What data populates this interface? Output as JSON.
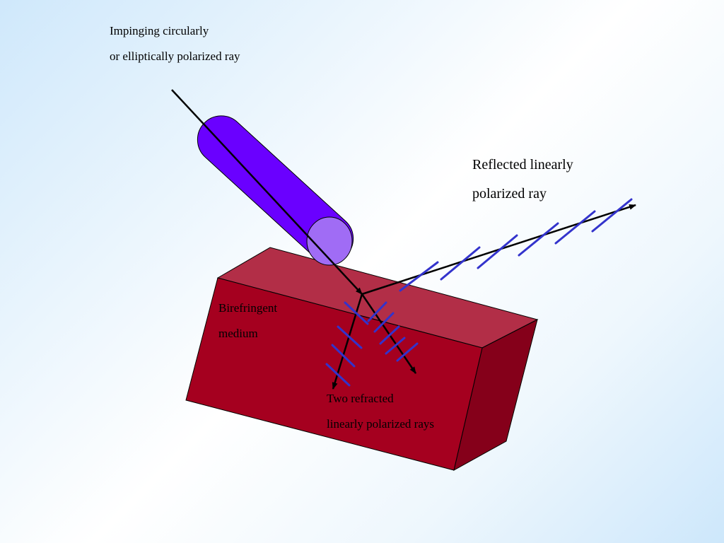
{
  "labels": {
    "impinging_line1": "Impinging circularly",
    "impinging_line2": "or elliptically polarized ray",
    "reflected_line1": "Reflected linearly",
    "reflected_line2": "polarized ray",
    "medium_line1": "Birefringent",
    "medium_line2": "medium",
    "refracted_line1": "Two refracted",
    "refracted_line2": "linearly polarized rays"
  },
  "colors": {
    "block_front": "#a5001f",
    "block_top": "#b22e47",
    "block_side": "#85001a",
    "cylinder_body": "#6a00ff",
    "cylinder_end": "#a06cf5",
    "polarization_marks": "#3333cc",
    "rays": "#000000"
  }
}
